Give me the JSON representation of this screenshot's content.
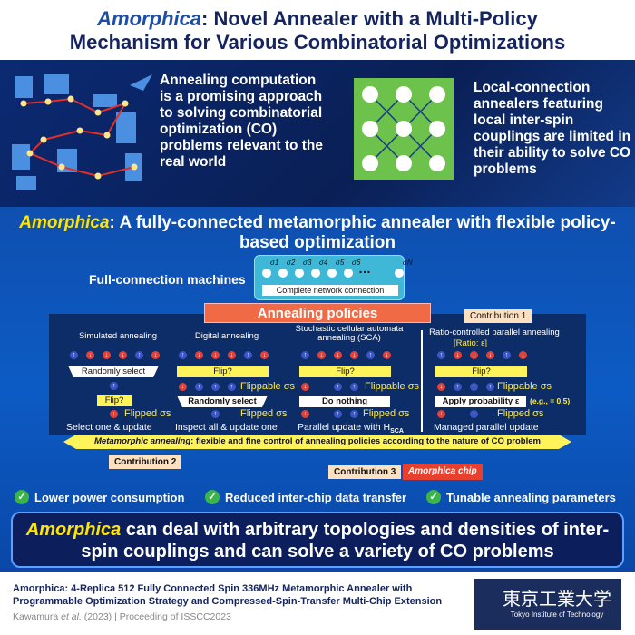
{
  "title": {
    "em": "Amorphica",
    "line1_rest": ": Novel Annealer with a Multi-Policy",
    "line2": "Mechanism for Various Combinatorial Optimizations"
  },
  "top": {
    "left_text": "Annealing computation is a promising approach to solving combinatorial optimization (CO) problems relevant to the real world",
    "right_text": "Local-connection annealers featuring local inter-spin couplings are limited in their ability to solve CO problems"
  },
  "subtitle": {
    "em": "Amorphica",
    "rest": ": A fully-connected metamorphic annealer with flexible policy-based optimization"
  },
  "full_connection": {
    "label": "Full-connection machines",
    "spins": [
      "σ1",
      "σ2",
      "σ3",
      "σ4",
      "σ5",
      "σ6",
      "…",
      "σN"
    ],
    "box": "Complete network connection"
  },
  "policies_header": "Annealing policies",
  "columns": [
    {
      "title": "Simulated annealing",
      "spins": [
        "up",
        "dn",
        "dn",
        "dn",
        "up",
        "dn"
      ],
      "box1": "Randomly select",
      "box2": "Flip?",
      "flipped": "Flipped σs",
      "footer": "Select one & update"
    },
    {
      "title": "Digital annealing",
      "spins": [
        "up",
        "dn",
        "dn",
        "dn",
        "up",
        "dn"
      ],
      "box1": "Flip?",
      "flippable": "Flippable σs",
      "box2": "Randomly select",
      "flipped": "Flipped σs",
      "footer": "Inspect all & update one"
    },
    {
      "title": "Stochastic cellular automata annealing (SCA)",
      "spins": [
        "up",
        "dn",
        "dn",
        "dn",
        "up",
        "dn"
      ],
      "box1": "Flip?",
      "flippable": "Flippable σs",
      "box2": "Do nothing",
      "flipped": "Flipped σs",
      "footer": "Parallel update with H",
      "footer_sub": "SCA"
    },
    {
      "title": "Ratio-controlled parallel annealing",
      "ratio": "[Ratio: ε]",
      "spins": [
        "up",
        "dn",
        "dn",
        "dn",
        "up",
        "dn"
      ],
      "box1": "Flip?",
      "flippable": "Flippable σs",
      "box2": "Apply probability ε",
      "example": "(e.g.,   = 0.5)",
      "flipped": "Flipped σs",
      "footer": "Managed parallel update"
    }
  ],
  "contribution1": "Contribution 1",
  "contribution2": "Contribution 2",
  "contribution3": "Contribution 3",
  "chip": "Amorphica chip",
  "arrow": {
    "em": "Metamorphic annealing",
    "rest": ": flexible and fine control of annealing policies according to the nature of CO problem"
  },
  "benefits": [
    "Lower power consumption",
    "Reduced inter-chip data transfer",
    "Tunable annealing parameters"
  ],
  "banner": {
    "em": "Amorphica",
    "rest": " can deal with arbitrary topologies and densities of inter-spin couplings and can solve a variety of CO problems"
  },
  "footer": {
    "paper_line1": "Amorphica: 4-Replica 512 Fully Connected Spin 336MHz Metamorphic Annealer with",
    "paper_line2": "Programmable Optimization Strategy and Compressed-Spin-Transfer Multi-Chip Extension",
    "authors": "Kawamura",
    "etal": "et al.",
    "rest": " (2023) | Proceeding of ISSCC2023",
    "logo_jp": "東京工業大学",
    "logo_en": "Tokyo Institute of Technology"
  },
  "colors": {
    "navy": "#14245e",
    "yellow": "#ffe500",
    "orange": "#ef6a45",
    "green": "#3bb54a",
    "up_spin": "#3a55c8",
    "down_spin": "#e2413a"
  }
}
